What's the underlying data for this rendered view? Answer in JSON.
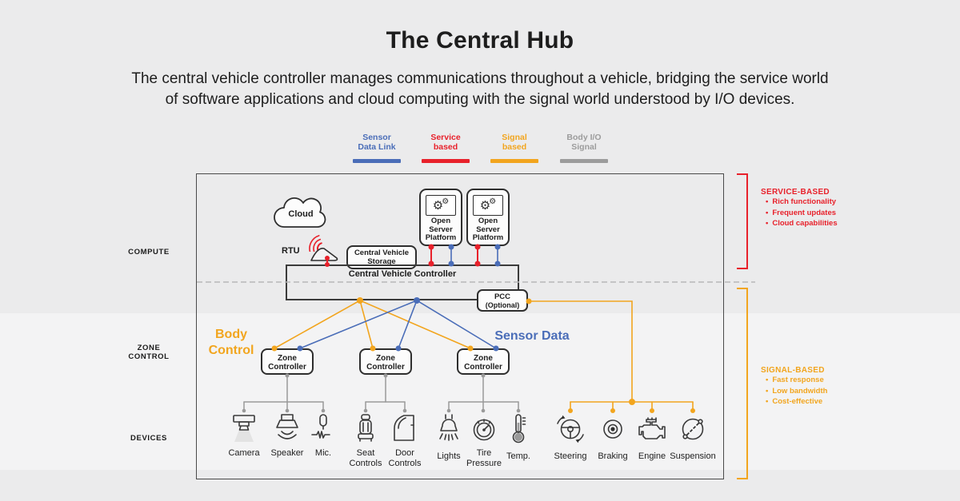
{
  "header": {
    "title": "The Central Hub",
    "subtitle_line1": "The central vehicle controller manages communications throughout a vehicle, bridging the service world",
    "subtitle_line2": "of software applications and cloud computing with the signal world understood by I/O devices."
  },
  "legend": {
    "items": [
      {
        "line1": "Sensor",
        "line2": "Data Link",
        "color": "#4a6db8"
      },
      {
        "line1": "Service",
        "line2": "based",
        "color": "#e8212b"
      },
      {
        "line1": "Signal",
        "line2": "based",
        "color": "#f2a51e"
      },
      {
        "line1": "Body I/O",
        "line2": "Signal",
        "color": "#9c9c9c"
      }
    ]
  },
  "sections": {
    "compute": "COMPUTE",
    "zone_line1": "ZONE",
    "zone_line2": "CONTROL",
    "devices": "DEVICES"
  },
  "diagram": {
    "cloud": "Cloud",
    "rtu": "RTU",
    "storage_line1": "Central Vehicle",
    "storage_line2": "Storage",
    "osp_line1": "Open",
    "osp_line2": "Server",
    "osp_line3": "Platform",
    "gear_glyph": "⚙",
    "controller": "Central Vehicle Controller",
    "pcc_line1": "PCC",
    "pcc_line2": "(Optional)",
    "zone_controller_line1": "Zone",
    "zone_controller_line2": "Controller",
    "body_control_line1": "Body",
    "body_control_line2": "Control",
    "sensor_data": "Sensor Data"
  },
  "devices": [
    {
      "label": "Camera",
      "icon": "camera-icon"
    },
    {
      "label": "Speaker",
      "icon": "speaker-icon"
    },
    {
      "label": "Mic.",
      "icon": "microphone-icon"
    },
    {
      "label": "Seat",
      "label2": "Controls",
      "icon": "seat-controls-icon"
    },
    {
      "label": "Door",
      "label2": "Controls",
      "icon": "door-controls-icon"
    },
    {
      "label": "Lights",
      "icon": "lights-icon"
    },
    {
      "label": "Tire",
      "label2": "Pressure",
      "icon": "tire-pressure-icon"
    },
    {
      "label": "Temp.",
      "icon": "temperature-icon"
    },
    {
      "label": "Steering",
      "icon": "steering-icon"
    },
    {
      "label": "Braking",
      "icon": "braking-icon"
    },
    {
      "label": "Engine",
      "icon": "engine-icon"
    },
    {
      "label": "Suspension",
      "icon": "suspension-icon"
    }
  ],
  "annotations": {
    "service": {
      "title": "SERVICE-BASED",
      "bullets": [
        "Rich functionality",
        "Frequent updates",
        "Cloud capabilities"
      ]
    },
    "signal": {
      "title": "SIGNAL-BASED",
      "bullets": [
        "Fast response",
        "Low bandwidth",
        "Cost-effective"
      ]
    }
  },
  "colors": {
    "blue": "#4a6db8",
    "red": "#e8212b",
    "orange": "#f2a51e",
    "gray": "#9c9c9c"
  }
}
